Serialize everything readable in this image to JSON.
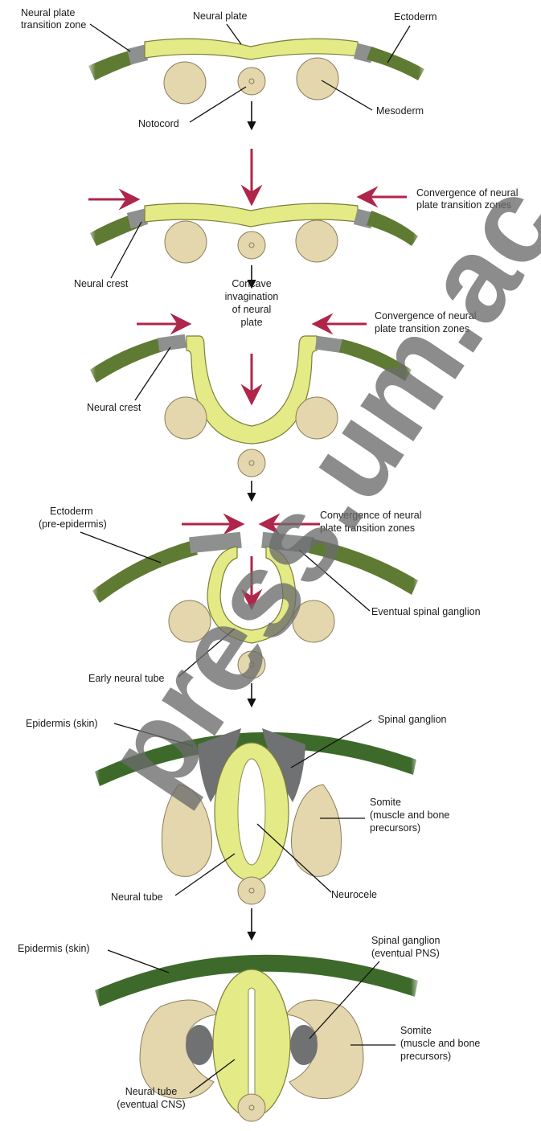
{
  "labels": {
    "s1_neural_plate_transition_zone": [
      "Neural plate",
      "transition zone"
    ],
    "s1_neural_plate": "Neural plate",
    "s1_ectoderm": "Ectoderm",
    "s1_notocord": "Notocord",
    "s1_mesoderm": "Mesoderm",
    "s2_convergence": [
      "Convergence of neural",
      "plate transition zones"
    ],
    "s2_neural_crest": "Neural crest",
    "s3_concave": [
      "Concave",
      "invagination",
      "of neural",
      "plate"
    ],
    "s3_convergence": [
      "Convergence of neural",
      "plate transition zones"
    ],
    "s3_neural_crest": "Neural crest",
    "s4_ectoderm": [
      "Ectoderm",
      "(pre-epidermis)"
    ],
    "s4_convergence": [
      "Convergence of neural",
      "plate transition zones"
    ],
    "s4_eventual_spinal_ganglion": "Eventual spinal ganglion",
    "s4_early_neural_tube": "Early neural tube",
    "s5_epidermis": "Epidermis (skin)",
    "s5_spinal_ganglion": "Spinal ganglion",
    "s5_somite": [
      "Somite",
      "(muscle and bone",
      "precursors)"
    ],
    "s5_neural_tube": "Neural tube",
    "s5_neurocele": "Neurocele",
    "s6_epidermis": "Epidermis (skin)",
    "s6_spinal_ganglion": [
      "Spinal ganglion",
      "(eventual PNS)"
    ],
    "s6_somite": [
      "Somite",
      "(muscle and bone",
      "precursors)"
    ],
    "s6_neural_tube": [
      "Neural tube",
      "(eventual CNS)"
    ]
  },
  "watermark": "press.um.ac",
  "colors": {
    "neural_plate": "#e3ea86",
    "mesoderm": "#e4d6ad",
    "transition_zone": "#8e9090",
    "ectoderm": "#5f7a33",
    "epidermis": "#3d6a2b",
    "convergence_arrow": "#b0254a"
  }
}
